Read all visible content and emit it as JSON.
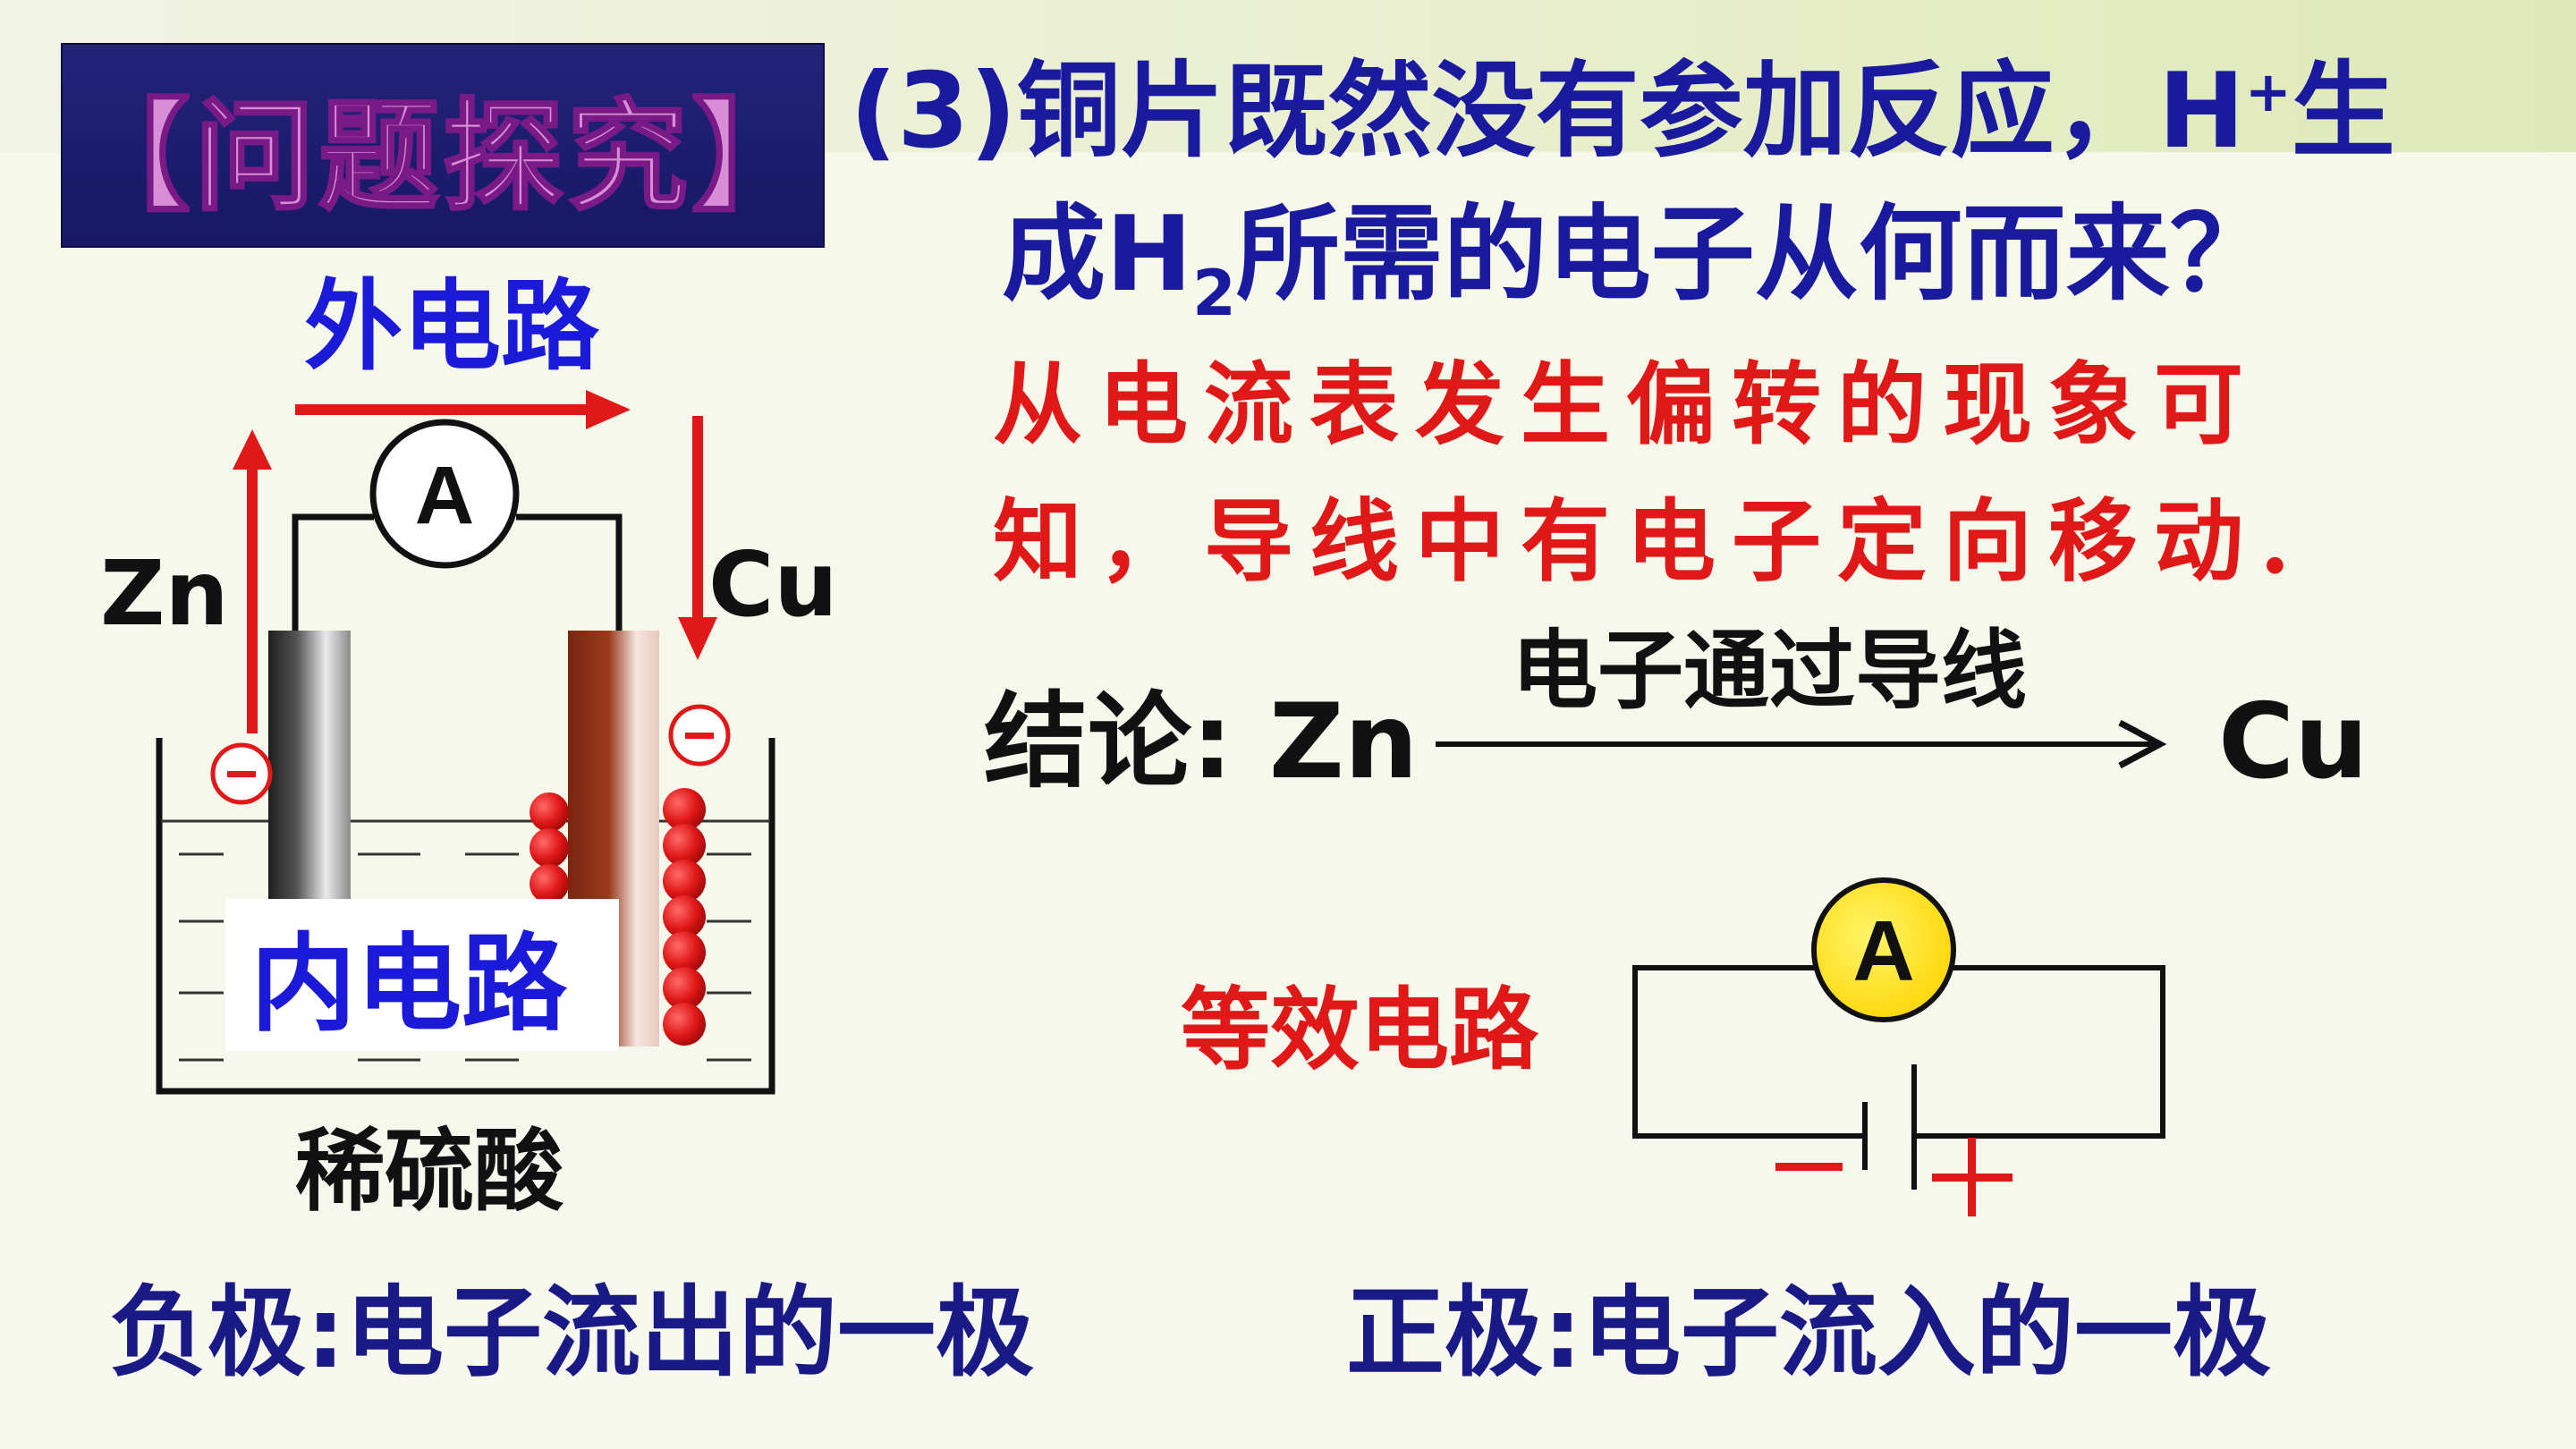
{
  "tag": {
    "text": "【问题探究】"
  },
  "question": {
    "line1_prefix": "(3)铜片既然没有参加反应，H",
    "line1_sup": "+",
    "line1_suffix": "生",
    "line2_prefix": "成H",
    "line2_sub": "2",
    "line2_suffix": "所需的电子从何而来？"
  },
  "answer": {
    "line1": "从电流表发生偏转的现象可",
    "line2": "知，导线中有电子定向移动."
  },
  "apparatus": {
    "outer_circuit": "外电路",
    "zn_label": "Zn",
    "cu_label": "Cu",
    "ammeter": "A",
    "inner_circuit": "内电路",
    "acid": "稀硫酸",
    "minus_sign": "-"
  },
  "conclusion": {
    "label": "结论: Zn",
    "arrow_label": "电子通过导线",
    "end": "Cu"
  },
  "equivalent": {
    "label": "等效电路",
    "ammeter": "A",
    "minus": "−",
    "plus": "+"
  },
  "bottom": {
    "negative": "负极:电子流出的一极",
    "positive": "正极:电子流入的一极"
  },
  "colors": {
    "question_blue": "#1a1a9e",
    "red_text": "#e01818",
    "blue_label": "#1a1ad8",
    "bottom_navy": "#1a1a86",
    "tag_bg": "#1f1f72",
    "tag_text": "#d78ed6",
    "ammeter_yellow": "#ffe800",
    "copper": "#8b2a14",
    "bubble_red": "#e01818"
  }
}
